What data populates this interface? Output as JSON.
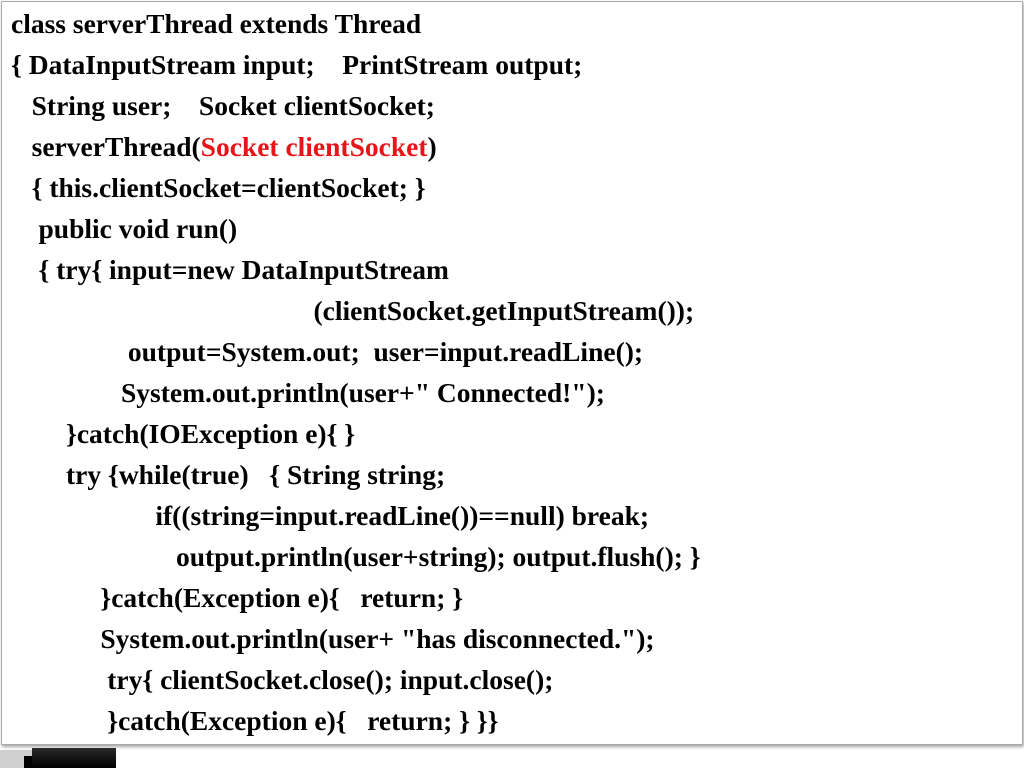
{
  "code_lines": [
    {
      "text": "class serverThread extends Thread"
    },
    {
      "text": "{ DataInputStream input;    PrintStream output;"
    },
    {
      "text": "   String user;    Socket clientSocket;"
    },
    {
      "pre": "   serverThread(",
      "highlight": "Socket clientSocket",
      "post": ")"
    },
    {
      "text": "   { this.clientSocket=clientSocket; }"
    },
    {
      "text": "    public void run()"
    },
    {
      "text": "    { try{ input=new DataInputStream"
    },
    {
      "text": "                                            (clientSocket.getInputStream());"
    },
    {
      "text": "                 output=System.out;  user=input.readLine();"
    },
    {
      "text": "                System.out.println(user+\" Connected!\");"
    },
    {
      "text": "        }catch(IOException e){ }"
    },
    {
      "text": "        try {while(true)   { String string;"
    },
    {
      "text": "                     if((string=input.readLine())==null) break;"
    },
    {
      "text": "                        output.println(user+string); output.flush(); }"
    },
    {
      "text": "             }catch(Exception e){   return; }"
    },
    {
      "text": "             System.out.println(user+ \"has disconnected.\");"
    },
    {
      "text": "              try{ clientSocket.close(); input.close();"
    },
    {
      "text": "              }catch(Exception e){   return; } }}"
    }
  ],
  "colors": {
    "text": "#000000",
    "highlight": "#e8141a",
    "background": "#ffffff"
  }
}
